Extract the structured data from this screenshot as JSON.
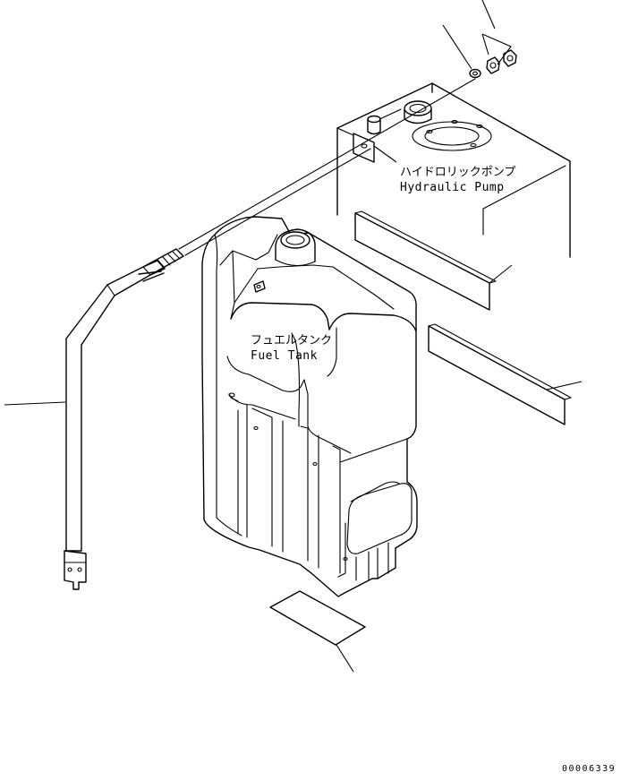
{
  "labels": {
    "hydraulic_pump_jp": "ハイドロリックポンプ",
    "hydraulic_pump_en": "Hydraulic Pump",
    "fuel_tank_jp": "フュエルタンク",
    "fuel_tank_en": "Fuel Tank"
  },
  "drawing_code": "00006339"
}
